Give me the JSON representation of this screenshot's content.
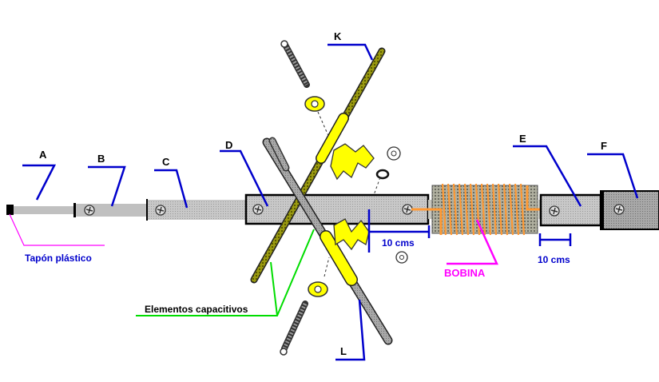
{
  "diagram": {
    "parts": [
      {
        "id": "A",
        "label": "A"
      },
      {
        "id": "B",
        "label": "B"
      },
      {
        "id": "C",
        "label": "C"
      },
      {
        "id": "D",
        "label": "D"
      },
      {
        "id": "E",
        "label": "E"
      },
      {
        "id": "F",
        "label": "F"
      },
      {
        "id": "K",
        "label": "K"
      },
      {
        "id": "L",
        "label": "L"
      }
    ],
    "annotations": {
      "plastic_cap": "Tapón plástico",
      "capacitive_elements": "Elementos capacitivos",
      "coil": "BOBINA",
      "dimension_1": "10 cms",
      "dimension_2": "10 cms"
    },
    "colors": {
      "leader_blue": "#0000cc",
      "leader_magenta": "#ff00ff",
      "leader_green": "#00dd00",
      "coil_wire": "#ff9933",
      "rod_olive": "#8a8a00",
      "capacitive_yellow": "#ffff00",
      "tube_gray": "#c0c0c0"
    }
  }
}
